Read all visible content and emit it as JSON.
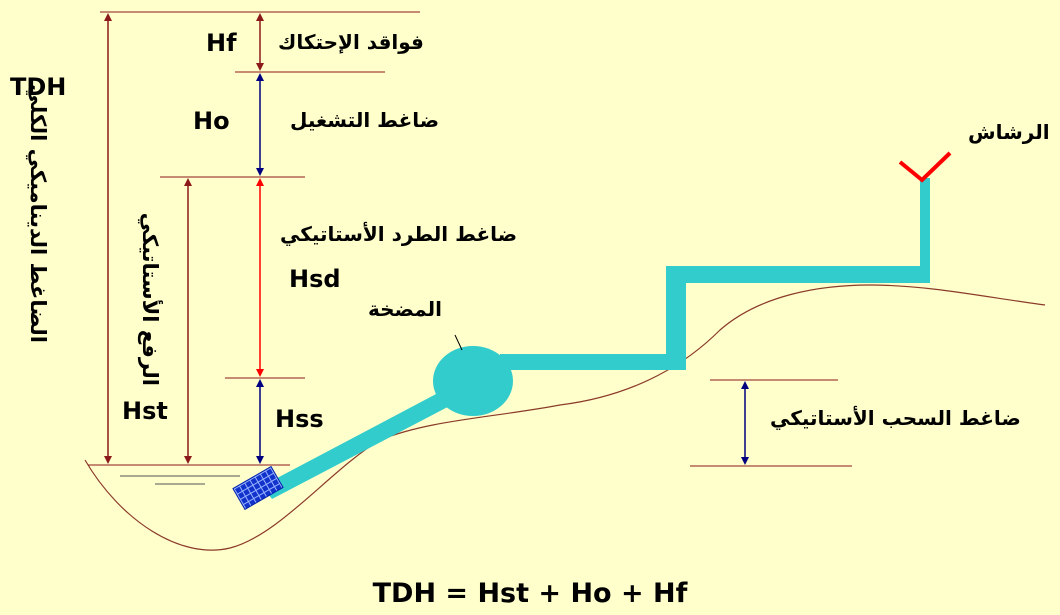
{
  "labels": {
    "hf": "Hf",
    "hf_ar": "فواقد الإحتكاك",
    "ho": "Ho",
    "ho_ar": "ضاغط التشغيل",
    "hsd": "Hsd",
    "hsd_ar": "ضاغط الطرد الأستاتيكي",
    "hss": "Hss",
    "hst": "Hst",
    "tdh": "TDH",
    "tdh_ar": "الضاغط الديناميكي الكلي",
    "hst_ar": "الرفع الأستاتيكي",
    "pump_ar": "المضخة",
    "sprinkler_ar": "الرشاش",
    "suction_ar": "ضاغط السحب الأستاتيكي"
  },
  "formula": "TDH = Hst + Ho + Hf",
  "colors": {
    "background": "#FFFFCC",
    "pipe": "#33CCCC",
    "ground": "#8B3A2A",
    "hf_arrow": "#8B1A1A",
    "ho_arrow": "#000080",
    "hsd_arrow": "#FF0000",
    "hss_arrow": "#000080",
    "tdh_arrow": "#8B1A1A",
    "sprinkler": "#FF0000",
    "strainer": "#0033CC"
  }
}
